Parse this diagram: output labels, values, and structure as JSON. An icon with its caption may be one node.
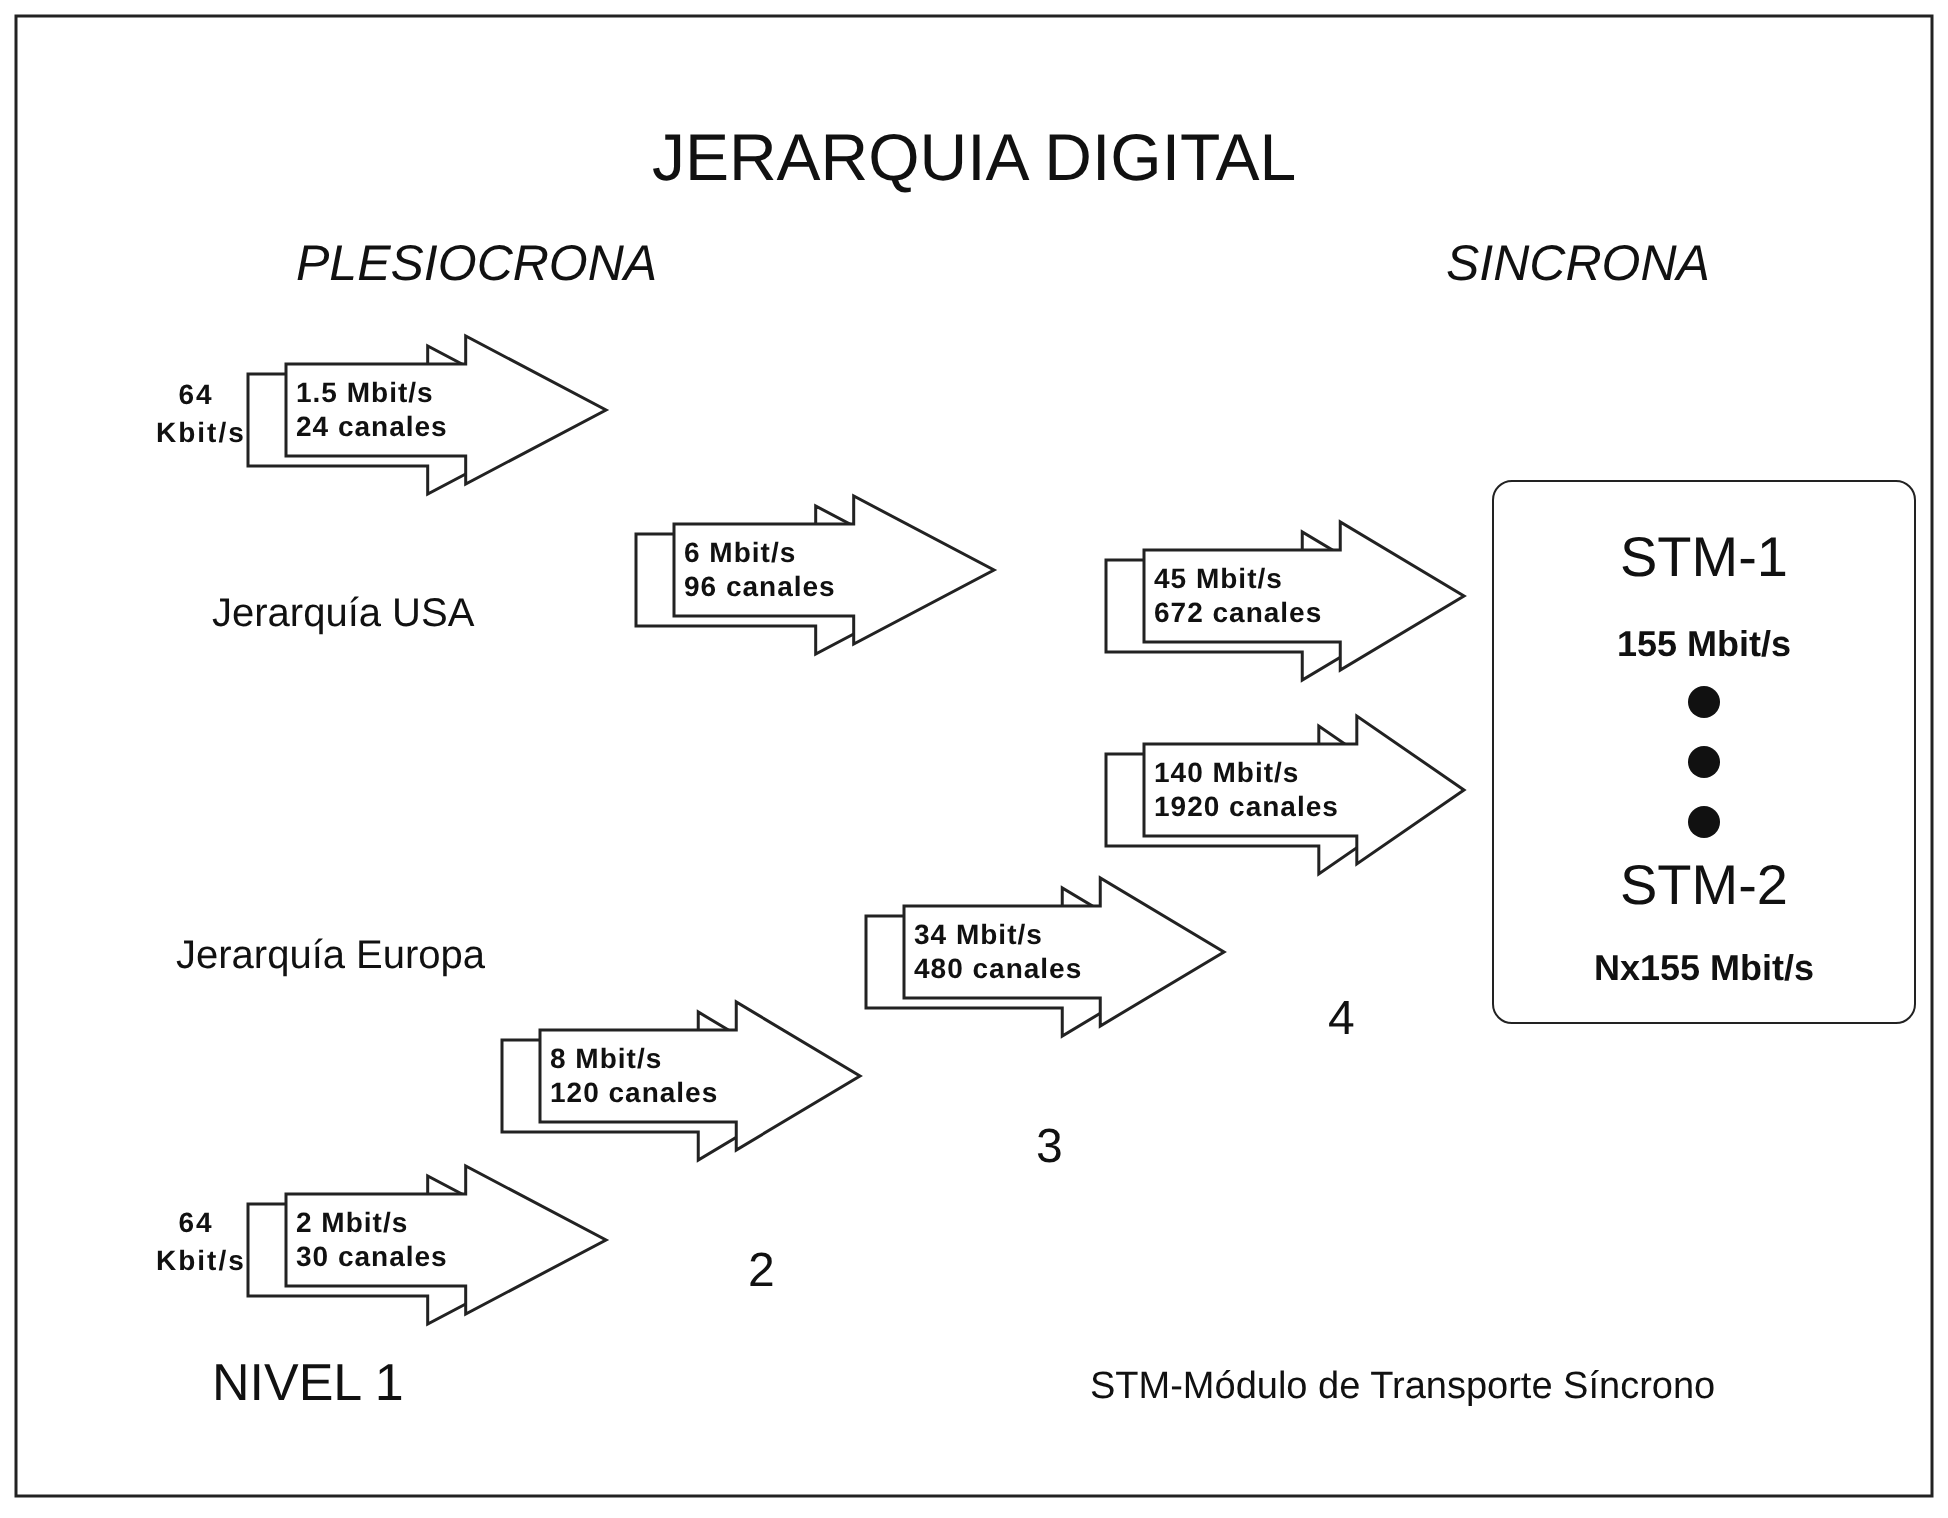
{
  "diagram": {
    "title": "JERARQUIA DIGITAL",
    "nodes": [
      {
        "text": [
          "1.5 Mbit/s 24 canales"
        ],
        "beside": [
          "64 Kbit/s"
        ]
      },
      {
        "text": [
          "6 Mbit/s 96 canales"
        ]
      },
      {
        "text": [
          "45 Mbit/s 672 canales"
        ]
      },
      {
        "text": [
          "2 Mbit/s 30 canales"
        ],
        "beside": [
          "64 Kbit/s"
        ]
      },
      {
        "text": [
          "8 Mbit/s 120 canales"
        ]
      },
      {
        "text": [
          "34 Mbit/s 480 canales"
        ]
      },
      {
        "text": [
          "140 Mbit/s 1920 canales"
        ]
      },
      {
        "text": [
          "STM-1",
          "155 Mbit/s",
          "STM-2",
          "Nx155 Mbit/s"
        ]
      }
    ],
    "labels": [
      "PLESIOCRONA",
      "SINCRONA",
      "Jerarquía USA",
      "Jerarquía Europa",
      "NIVEL 1",
      "2",
      "3",
      "4",
      "STM-Módulo de Transporte Síncrono"
    ]
  }
}
